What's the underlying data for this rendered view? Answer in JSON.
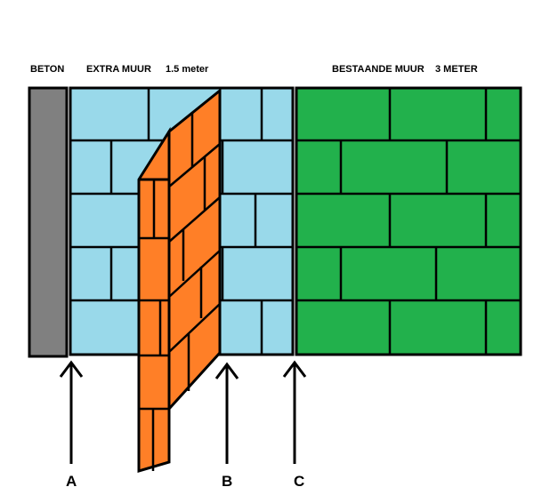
{
  "labels": {
    "beton": "BETON",
    "extra_muur": "EXTRA MUUR",
    "extra_muur_size": "1.5 meter",
    "bestaande_muur": "BESTAANDE MUUR",
    "bestaande_muur_size": "3 METER",
    "marker_a": "A",
    "marker_b": "B",
    "marker_c": "C"
  },
  "colors": {
    "beton": "#808080",
    "extra_muur": "#99d9ea",
    "bestaande_muur": "#22b14c",
    "brick_wall": "#ff7f27",
    "outline": "#000000"
  }
}
